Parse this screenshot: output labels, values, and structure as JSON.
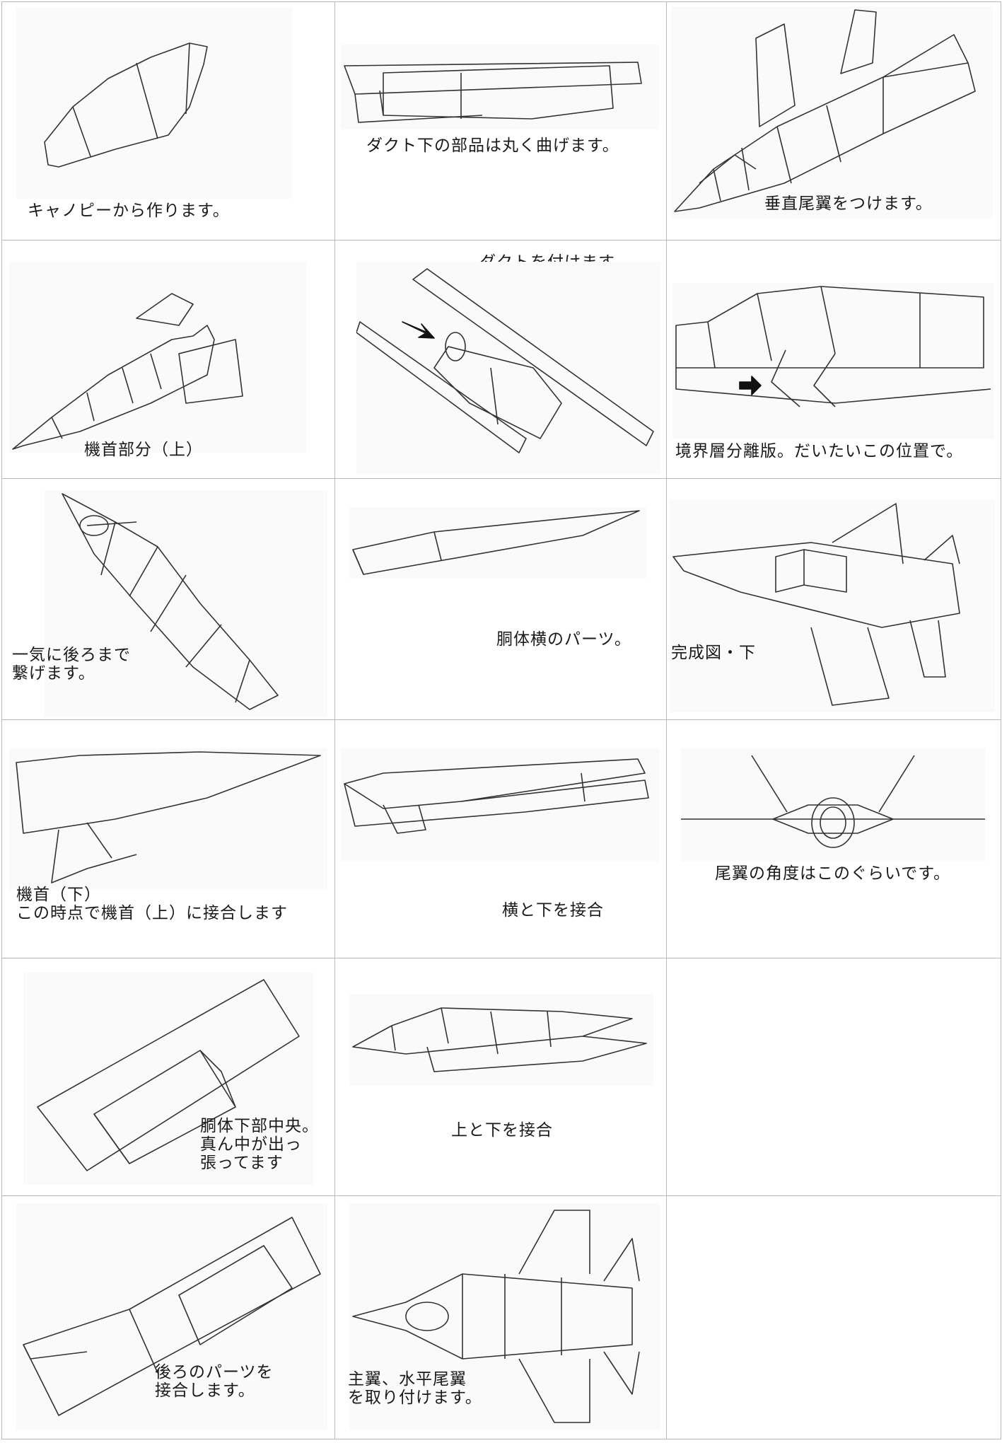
{
  "captions": {
    "r1c1": "キャノピーから作ります。",
    "r1c2": "ダクト下の部品は丸く曲げます。",
    "r1c3": "垂直尾翼をつけます。",
    "r2c1": "機首部分（上）",
    "r2c2": "ダクトを付けます。",
    "r2c3": "境界層分離版。だいたいこの位置で。",
    "r3c1": "一気に後ろまで\n繋げます。",
    "r3c2": "胴体横のパーツ。",
    "r3c3": "完成図・下",
    "r4c1": "機首（下）\nこの時点で機首（上）に接合します",
    "r4c2": "横と下を接合",
    "r4c3": "尾翼の角度はこのぐらいです。",
    "r5c1": "胴体下部中央。\n真ん中が出っ\n張ってます",
    "r5c2": "上と下を接合",
    "r6c1": "後ろのパーツを\n接合します。",
    "r6c2": "主翼、水平尾翼\nを取り付けます。"
  }
}
